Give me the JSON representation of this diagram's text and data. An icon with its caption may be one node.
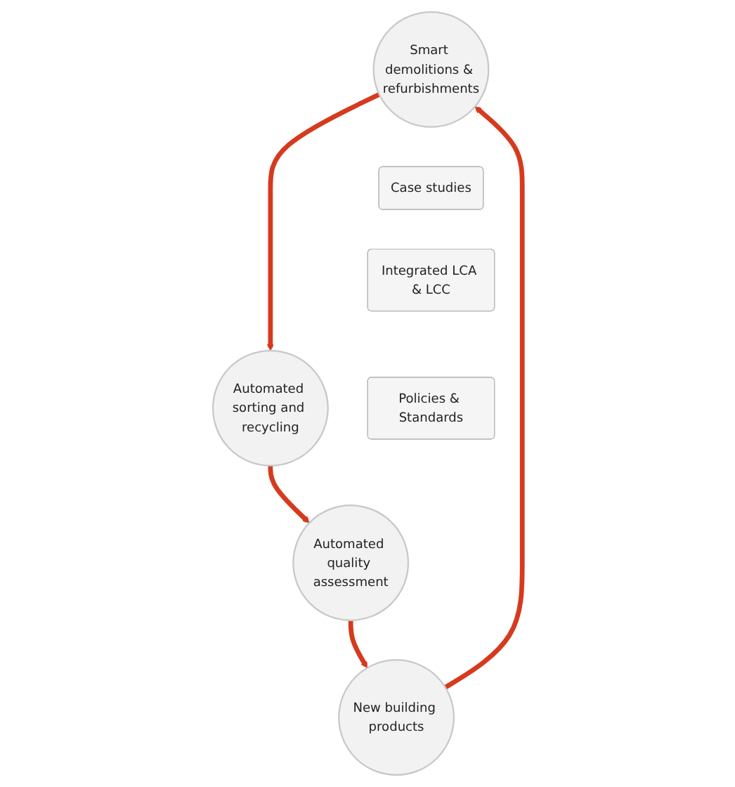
{
  "diagram": {
    "nodes": [
      {
        "text": [
          "Smart demolitions & refurbishments"
        ]
      },
      {
        "text": [
          "Automated sorting and recycling"
        ]
      },
      {
        "text": [
          "Automated quality assessment"
        ]
      },
      {
        "text": [
          "New building products"
        ]
      },
      {
        "text": [
          "Case studies"
        ]
      },
      {
        "text": [
          "Integrated LCA & LCC"
        ]
      },
      {
        "text": [
          "Policies & Standards"
        ]
      }
    ],
    "edges": [
      {
        "from": 0,
        "to": 1,
        "arrow": "to"
      },
      {
        "from": 1,
        "to": 2,
        "arrow": "to"
      },
      {
        "from": 2,
        "to": 3,
        "arrow": "to"
      },
      {
        "from": 3,
        "to": 0,
        "arrow": "to"
      }
    ]
  }
}
